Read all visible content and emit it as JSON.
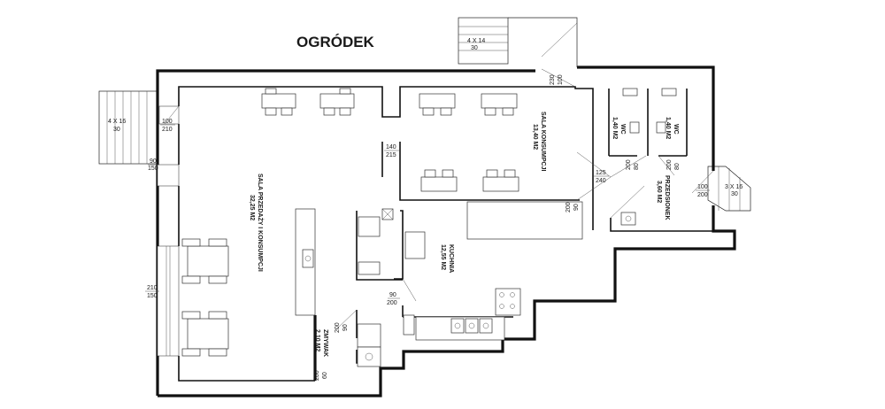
{
  "title": "OGRÓDEK",
  "rooms": [
    {
      "name": "SALA PRZEDAŻY I KONSUMPCJI",
      "area": "32,25 M2"
    },
    {
      "name": "SALA KONSUMPCJI",
      "area": "13,40 M2"
    },
    {
      "name": "KUCHNIA",
      "area": "12,55 M2"
    },
    {
      "name": "ZMYWAK",
      "area": "2,10 M2"
    },
    {
      "name": "WC",
      "area": "1,40 M2"
    },
    {
      "name": "WC",
      "area": "1,40 M2"
    },
    {
      "name": "PRZEDSIONEK",
      "area": "3,60 M2"
    }
  ],
  "stairs": [
    {
      "label": "4 X 16",
      "sub": "30"
    },
    {
      "label": "4 X 14",
      "sub": "30"
    },
    {
      "label": "3 X 16",
      "sub": "30"
    }
  ],
  "openings": [
    {
      "top": "100",
      "bottom": "210"
    },
    {
      "top": "90",
      "bottom": "150"
    },
    {
      "top": "210",
      "bottom": "150"
    },
    {
      "top": "140",
      "bottom": "215"
    },
    {
      "top": "100",
      "bottom": "230"
    },
    {
      "top": "125",
      "bottom": "240"
    },
    {
      "top": "80",
      "bottom": "200"
    },
    {
      "top": "80",
      "bottom": "200"
    },
    {
      "top": "100",
      "bottom": "200"
    },
    {
      "top": "90",
      "bottom": "200"
    },
    {
      "top": "90",
      "bottom": "200"
    },
    {
      "top": "90",
      "bottom": "200"
    },
    {
      "top": "60",
      "bottom": "200"
    }
  ]
}
